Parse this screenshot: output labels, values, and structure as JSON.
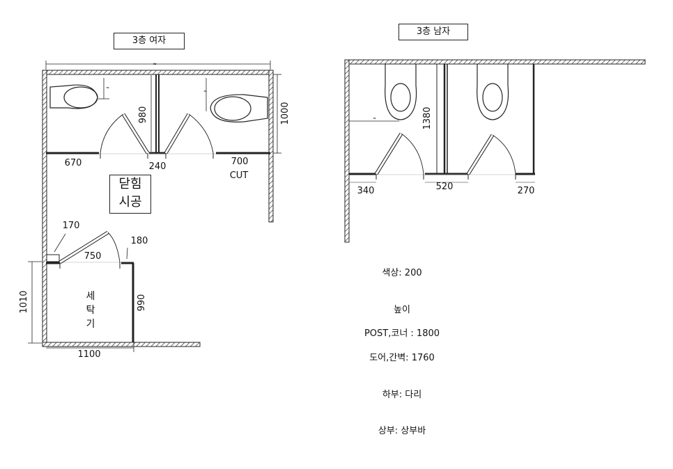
{
  "women": {
    "title": "3층 여자",
    "callout": [
      "닫힘",
      "시공"
    ],
    "dims": {
      "d670": "670",
      "d240": "240",
      "d700": "700",
      "cut": "CUT",
      "d980": "980",
      "d1000": "1000",
      "d170": "170",
      "d180": "180",
      "d750": "750",
      "d1010": "1010",
      "d990": "990",
      "d1100": "1100",
      "top_mark": "≈"
    },
    "washer": [
      "세",
      "탁",
      "기"
    ]
  },
  "men": {
    "title": "3층 남자",
    "dims": {
      "d1380": "1380",
      "d340": "340",
      "d520": "520",
      "d270": "270"
    }
  },
  "notes": {
    "color": "색상: 200",
    "height_heading": "높이",
    "post": "POST,코너 : 1800",
    "door": "도어,간벽: 1760",
    "bottom": "하부: 다리",
    "top": "상부: 상부바"
  }
}
